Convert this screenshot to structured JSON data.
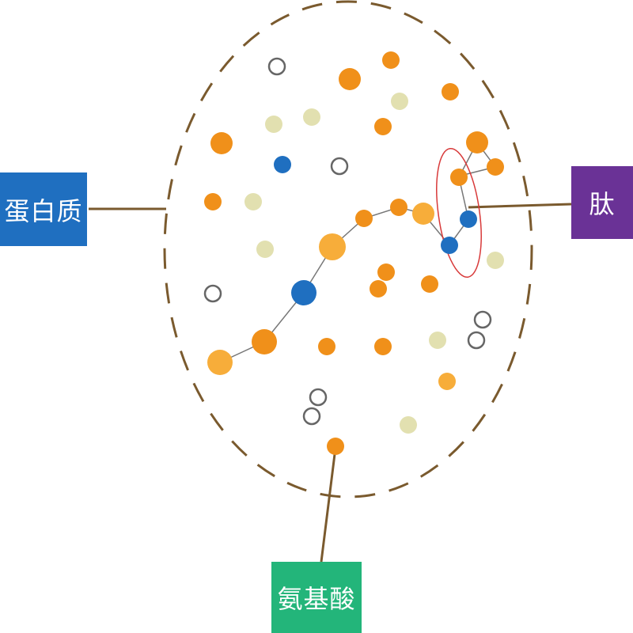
{
  "labels": {
    "protein": "蛋白质",
    "peptide": "肽",
    "amino_acid": "氨基酸"
  },
  "colors": {
    "protein_box": "#1f6fc0",
    "peptide_box": "#6a3296",
    "amino_box": "#23b57a",
    "connector_line": "#7a5a2e",
    "dashed_boundary": "#7a5a2e",
    "highlight_ellipse": "#d83a3a",
    "orange": "#f0901a",
    "light_orange": "#f7ad3a",
    "beige": "#e2e0b0",
    "blue": "#1f6fc0",
    "hollow": "#666666",
    "chain_line": "#777777"
  }
}
